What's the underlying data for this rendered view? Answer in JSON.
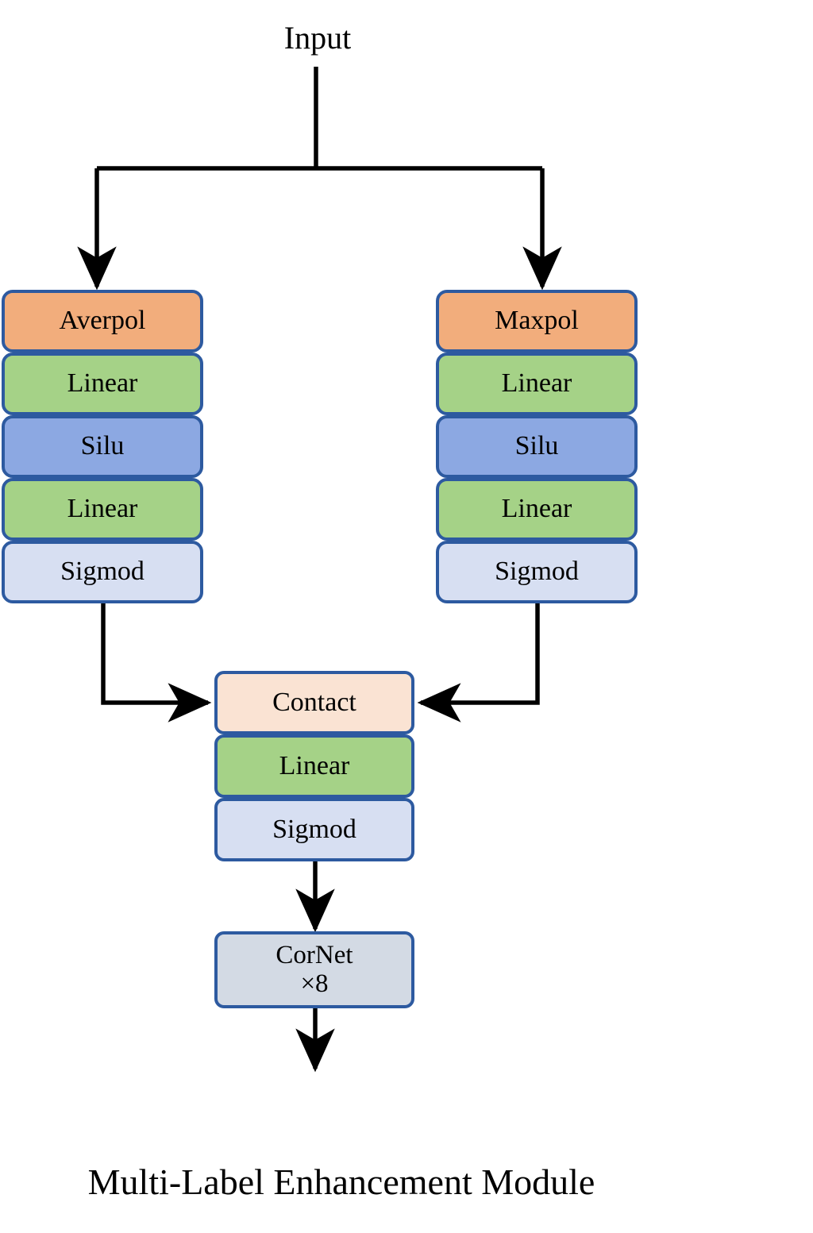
{
  "diagram": {
    "caption": "Multi-Label Enhancement Module",
    "input_label": "Input",
    "colors": {
      "border": "#2d5aa0",
      "pool": "#f2ad7c",
      "linear": "#a5d287",
      "silu": "#8ca8e2",
      "sigmod": "#d7dff2",
      "contact": "#fae3d3",
      "cornet": "#d3dae4",
      "arrow": "#000000"
    },
    "branches": {
      "left": {
        "name": "average-pooling-branch",
        "nodes": [
          {
            "label": "Averpol",
            "kind": "pool"
          },
          {
            "label": "Linear",
            "kind": "linear"
          },
          {
            "label": "Silu",
            "kind": "silu"
          },
          {
            "label": "Linear",
            "kind": "linear"
          },
          {
            "label": "Sigmod",
            "kind": "sigmod"
          }
        ]
      },
      "right": {
        "name": "max-pooling-branch",
        "nodes": [
          {
            "label": "Maxpol",
            "kind": "pool"
          },
          {
            "label": "Linear",
            "kind": "linear"
          },
          {
            "label": "Silu",
            "kind": "silu"
          },
          {
            "label": "Linear",
            "kind": "linear"
          },
          {
            "label": "Sigmod",
            "kind": "sigmod"
          }
        ]
      },
      "merge": {
        "name": "merge-branch",
        "nodes": [
          {
            "label": "Contact",
            "kind": "contact"
          },
          {
            "label": "Linear",
            "kind": "linear"
          },
          {
            "label": "Sigmod",
            "kind": "sigmod"
          }
        ]
      }
    },
    "cornet": {
      "label": "CorNet",
      "repeat": "×8"
    }
  }
}
